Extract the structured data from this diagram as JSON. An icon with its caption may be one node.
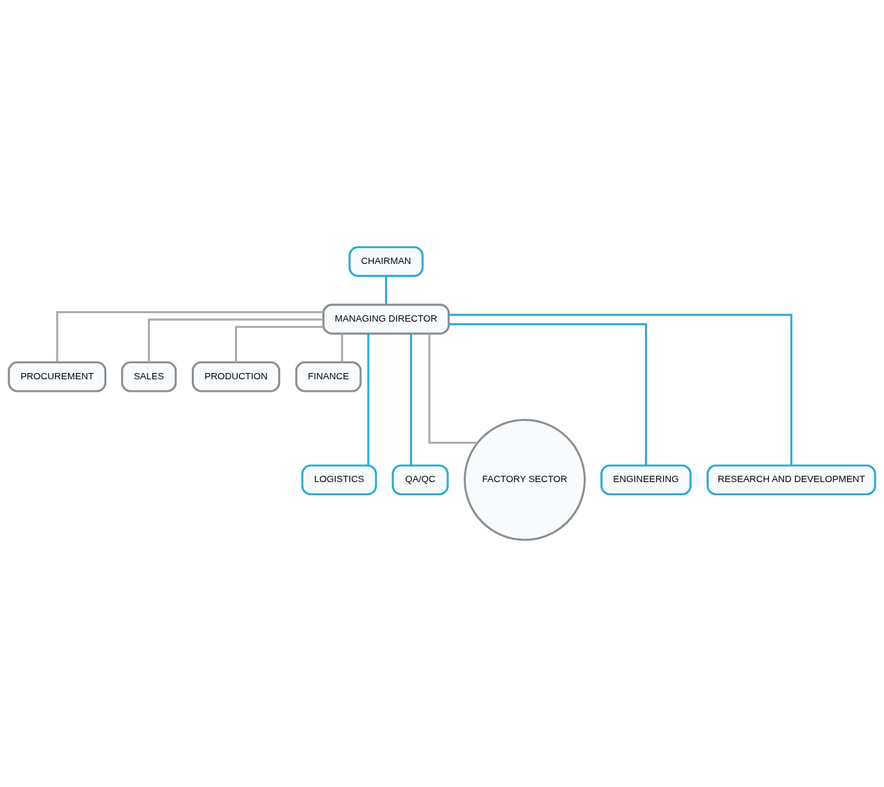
{
  "diagram": {
    "nodes": [
      {
        "text": [
          "CHAIRMAN"
        ]
      },
      {
        "text": [
          "MANAGING DIRECTOR"
        ]
      },
      {
        "text": [
          "PROCUREMENT"
        ]
      },
      {
        "text": [
          "SALES"
        ]
      },
      {
        "text": [
          "PRODUCTION"
        ]
      },
      {
        "text": [
          "FINANCE"
        ]
      },
      {
        "text": [
          "LOGISTICS"
        ]
      },
      {
        "text": [
          "QA/QC"
        ]
      },
      {
        "text": [
          "FACTORY SECTOR"
        ]
      },
      {
        "text": [
          "ENGINEERING"
        ]
      },
      {
        "text": [
          "RESEARCH AND DEVELOPMENT"
        ]
      }
    ],
    "edges": [
      {
        "from": 0,
        "to": 1,
        "arrow": "none",
        "color": "#29a9d6"
      },
      {
        "from": 1,
        "to": 2,
        "arrow": "none",
        "color": "#a8a8a8"
      },
      {
        "from": 1,
        "to": 3,
        "arrow": "none",
        "color": "#a8a8a8"
      },
      {
        "from": 1,
        "to": 4,
        "arrow": "none",
        "color": "#a8a8a8"
      },
      {
        "from": 1,
        "to": 5,
        "arrow": "none",
        "color": "#a8a8a8"
      },
      {
        "from": 1,
        "to": 6,
        "arrow": "none",
        "color": "#29a9d6"
      },
      {
        "from": 1,
        "to": 7,
        "arrow": "none",
        "color": "#29a9d6"
      },
      {
        "from": 1,
        "to": 8,
        "arrow": "none",
        "color": "#a8a8a8"
      },
      {
        "from": 1,
        "to": 9,
        "arrow": "none",
        "color": "#29a9d6"
      },
      {
        "from": 1,
        "to": 10,
        "arrow": "none",
        "color": "#29a9d6"
      }
    ]
  }
}
